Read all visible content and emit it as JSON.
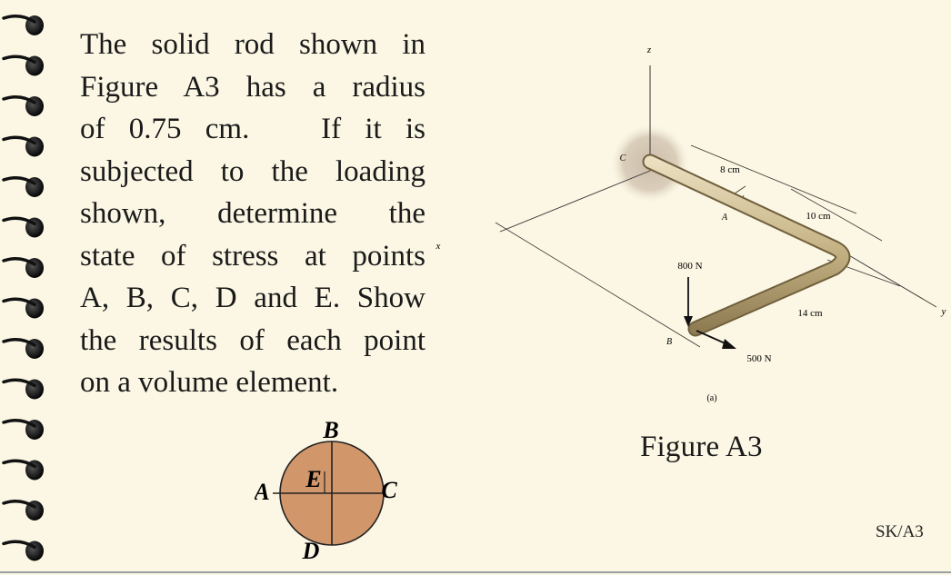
{
  "problem": {
    "lines": [
      "The solid rod shown in",
      "Figure A3 has a radius",
      "of 0.75 cm.   If it is",
      "subjected to the loading",
      "shown, determine the",
      "state of stress at points",
      "A, B, C, D and E. Show",
      "the results of each point",
      "on a volume element."
    ]
  },
  "cross_section": {
    "labels": {
      "top": "B",
      "left": "A",
      "center": "E",
      "right": "C",
      "bottom": "D"
    },
    "fill_color": "#d1966a"
  },
  "figure": {
    "axis_labels": {
      "z": "z",
      "x": "x",
      "y": "y"
    },
    "point_labels": {
      "c": "C",
      "a": "A",
      "b": "B"
    },
    "dimensions": {
      "d1": "8 cm",
      "d2": "10 cm",
      "d3": "14 cm"
    },
    "loads": {
      "vertical": "800 N",
      "horizontal": "500 N"
    },
    "subfigure": "(a)",
    "caption": "Figure A3"
  },
  "page_code": "SK/A3"
}
